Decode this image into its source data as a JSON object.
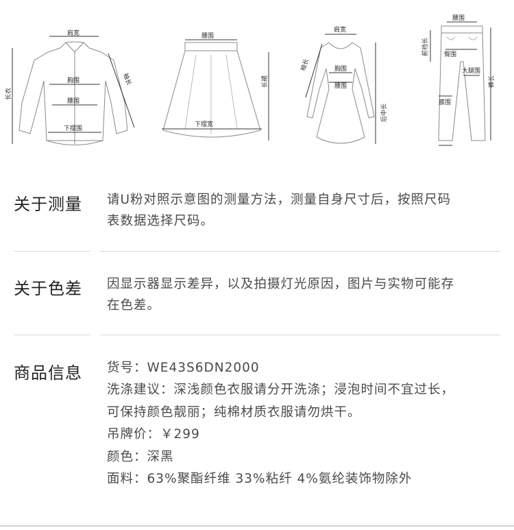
{
  "diagrams": {
    "shirt": {
      "shoulder": "肩宽",
      "length": "长衣",
      "sleeve": "袖长",
      "chest": "胸围",
      "waist": "腰围",
      "hem": "下摆围"
    },
    "skirt": {
      "waist": "腰围",
      "length": "长裙",
      "hem": "下摆宽"
    },
    "dress": {
      "shoulder": "肩宽",
      "sleeve": "袖长",
      "chest": "胸围",
      "waist": "腰围",
      "length": "后中长"
    },
    "pants": {
      "waist": "腰围",
      "rise": "前裆长",
      "hip": "臀围",
      "thigh": "大腿围",
      "length": "裤长",
      "knee": "膝围"
    }
  },
  "sections": [
    {
      "title": "关于测量",
      "lines": [
        "请U粉对照示意图的测量方法，测量自身尺寸后，按照尺码",
        "表数据选择尺码。"
      ]
    },
    {
      "title": "关于色差",
      "lines": [
        "因显示器显示差异，以及拍摄灯光原因，图片与实物可能存",
        "在色差。"
      ]
    },
    {
      "title": "商品信息",
      "lines": [
        "货号：WE43S6DN2000",
        "洗涤建议：深浅颜色衣服请分开洗涤；浸泡时间不宜过长，",
        "可保持颜色靓丽；纯棉材质衣服请勿烘干。",
        "吊牌价：￥299",
        "颜色：深黑",
        "面料：63%聚酯纤维 33%粘纤 4%氨纶装饰物除外"
      ]
    }
  ]
}
